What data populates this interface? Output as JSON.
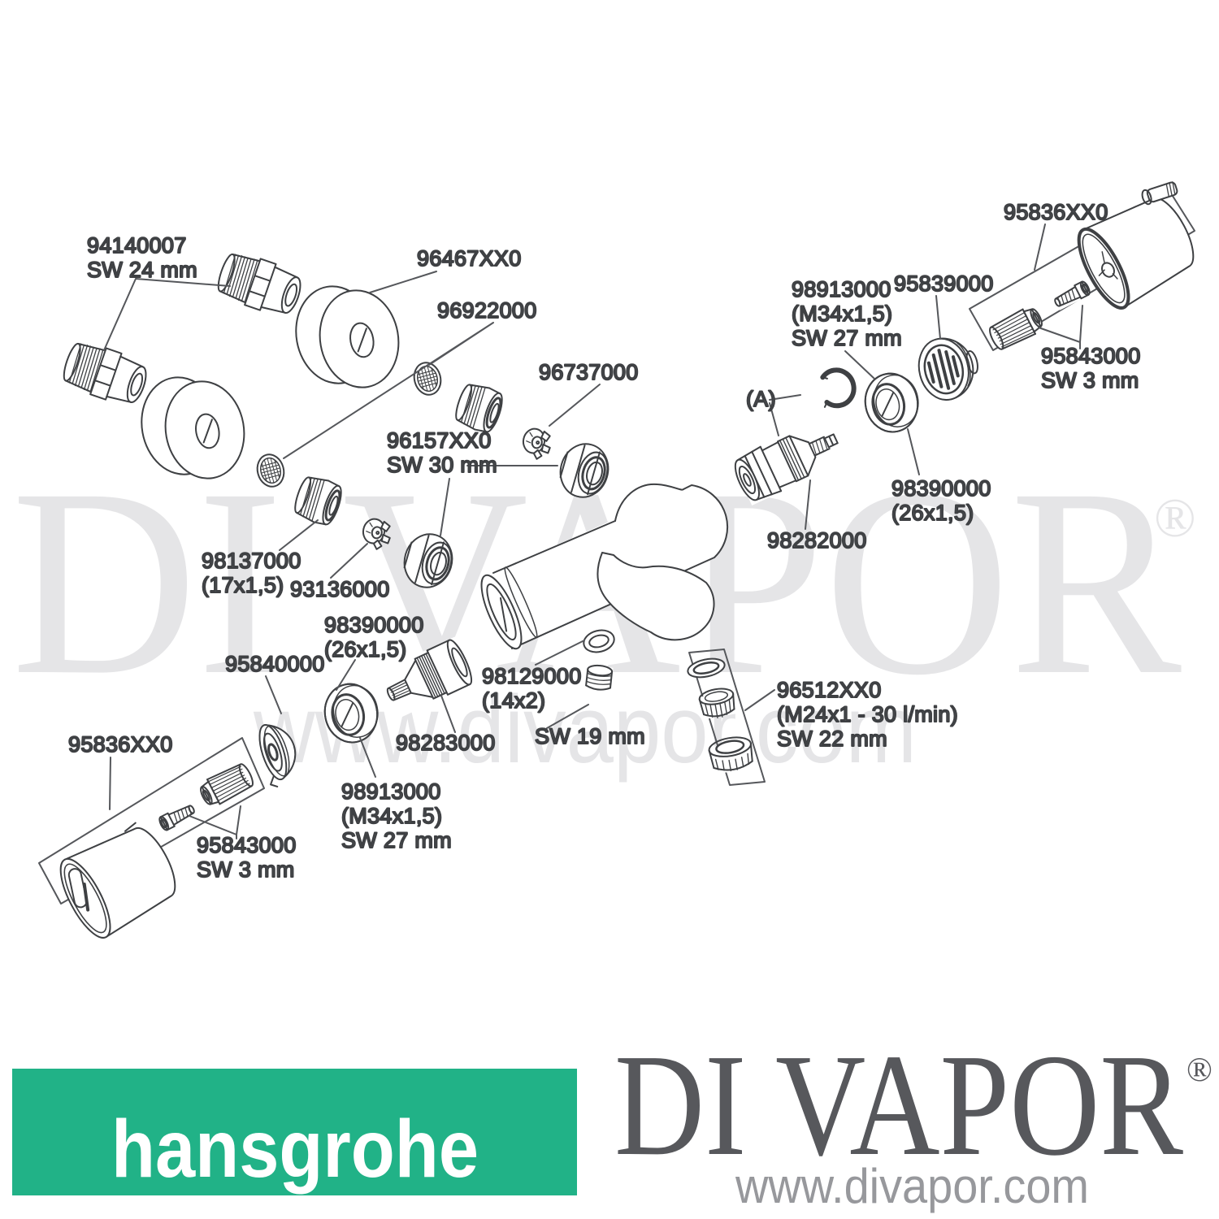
{
  "watermark": {
    "brand": "DI VAPOR",
    "registered": "®",
    "url": "www.divapor.com",
    "color": "#E5E5E7"
  },
  "footer": {
    "hansgrohe": {
      "label": "hansgrohe",
      "bg": "#21B287",
      "fg": "#FFFFFF"
    },
    "divapor": {
      "brand": "DI VAPOR",
      "registered": "®",
      "url": "www.divapor.com",
      "brand_color": "#57585C",
      "url_color": "#97989C"
    }
  },
  "diagram": {
    "ink": "#3E4043",
    "label_color": "#55575B",
    "labels": [
      {
        "part": "94140007",
        "lines": [
          "94140007",
          "SW 24 mm"
        ]
      },
      {
        "part": "96467XX0",
        "lines": [
          "96467XX0"
        ]
      },
      {
        "part": "96922000",
        "lines": [
          "96922000"
        ]
      },
      {
        "part": "96737000",
        "lines": [
          "96737000"
        ]
      },
      {
        "part": "96157XX0",
        "lines": [
          "96157XX0",
          "SW 30 mm"
        ]
      },
      {
        "part": "98137000",
        "lines": [
          "98137000",
          "(17x1,5)"
        ]
      },
      {
        "part": "93136000",
        "lines": [
          "93136000"
        ]
      },
      {
        "part": "A",
        "lines": [
          "(A)"
        ]
      },
      {
        "part": "98913000",
        "lines": [
          "98913000",
          "(M34x1,5)",
          "SW 27 mm"
        ]
      },
      {
        "part": "95839000",
        "lines": [
          "95839000"
        ]
      },
      {
        "part": "95836XX0",
        "lines": [
          "95836XX0"
        ]
      },
      {
        "part": "95843000",
        "lines": [
          "95843000",
          "SW 3 mm"
        ]
      },
      {
        "part": "98390000",
        "lines": [
          "98390000",
          "(26x1,5)"
        ]
      },
      {
        "part": "98282000",
        "lines": [
          "98282000"
        ]
      },
      {
        "part": "98390000",
        "lines": [
          "98390000",
          "(26x1,5)"
        ]
      },
      {
        "part": "95840000",
        "lines": [
          "95840000"
        ]
      },
      {
        "part": "98129000",
        "lines": [
          "98129000",
          "(14x2)"
        ]
      },
      {
        "part": "SW19",
        "lines": [
          "SW 19 mm"
        ]
      },
      {
        "part": "96512XX0",
        "lines": [
          "96512XX0",
          "(M24x1 - 30 l/min)",
          "SW 22 mm"
        ]
      },
      {
        "part": "98283000",
        "lines": [
          "98283000"
        ]
      },
      {
        "part": "98913000",
        "lines": [
          "98913000",
          "(M34x1,5)",
          "SW 27 mm"
        ]
      },
      {
        "part": "95836XX0",
        "lines": [
          "95836XX0"
        ]
      },
      {
        "part": "95843000",
        "lines": [
          "95843000",
          "SW 3 mm"
        ]
      }
    ]
  }
}
